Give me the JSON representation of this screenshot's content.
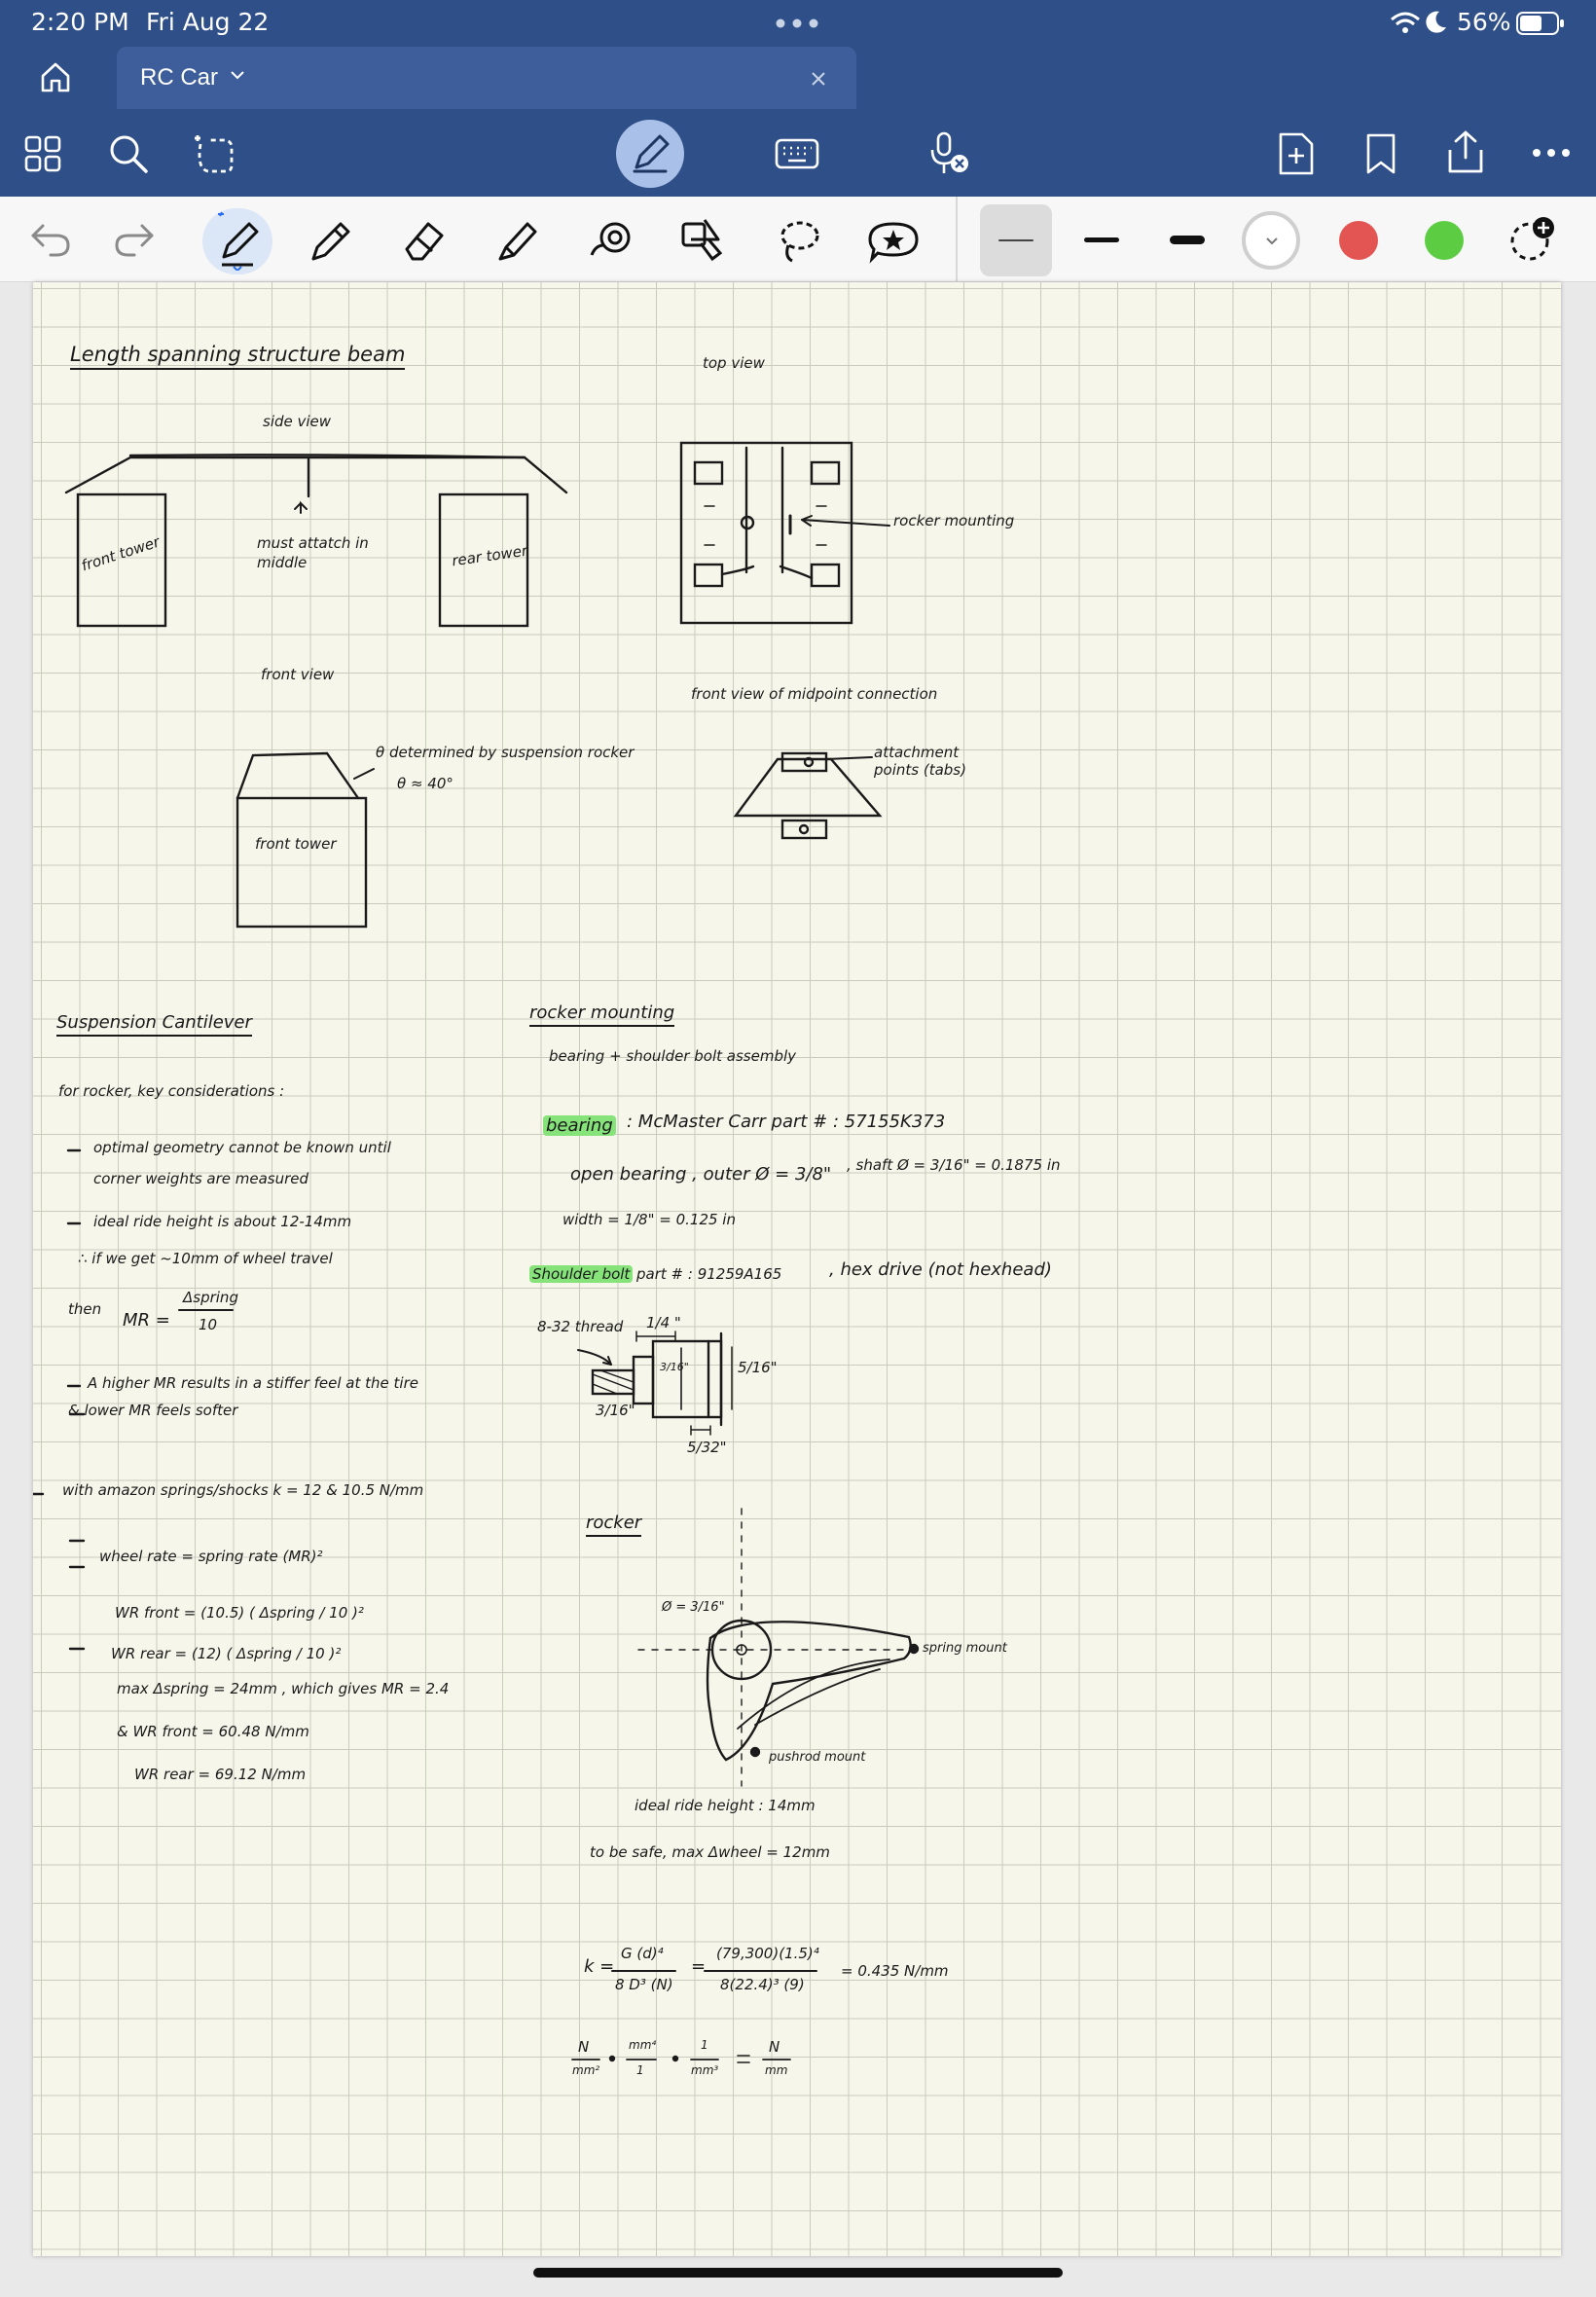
{
  "status_bar": {
    "time": "2:20 PM",
    "date": "Fri Aug 22",
    "battery": "56%"
  },
  "tab": {
    "title": "RC Car"
  },
  "icons": {
    "home": "home-icon",
    "grid": "thumbnails-icon",
    "search": "search-icon",
    "bookmark_shape": "lasso-sticker-icon",
    "pen_mode": "pen-mode-icon",
    "keyboard": "keyboard-icon",
    "mic": "microphone-icon",
    "add_page": "add-page-icon",
    "bookmark": "bookmark-icon",
    "share": "share-icon",
    "more": "more-icon"
  },
  "colors": {
    "chrome": "#2f4f88",
    "red": "#e35552",
    "green": "#5ccd43",
    "highlight": "#86e37a"
  },
  "notes": {
    "beam_title": "Length spanning structure beam",
    "side_view": "side view",
    "must_attach": "must attatch in middle",
    "front_tower": "front tower",
    "rear_tower": "rear tower",
    "front_view": "front view",
    "angle_note": "θ determined by suspension rocker",
    "angle_value": "θ ≈ 40°",
    "front_tower_2": "front tower",
    "top_view": "top view",
    "rocker_mounting_label": "rocker mounting",
    "midpoint_title": "front view of midpoint connection",
    "attachment_points": "attachment points (tabs)",
    "cantilever_title": "Suspension Cantilever",
    "key_considerations": "for rocker, key considerations :",
    "c1a": "optimal geometry cannot be known until",
    "c1b": "corner weights are measured",
    "c2": "ideal ride height is about 12-14mm",
    "c3": "∴ if we get ~10mm of wheel travel",
    "c4_then": "then",
    "c4_formula": "MR =",
    "c4_num": "Δspring",
    "c4_den": "10",
    "c5a": "A higher MR results in a stiffer feel at the tire",
    "c5b": "& lower MR feels softer",
    "c6": "with amazon springs/shocks k = 12 & 10.5 N/mm",
    "c7": "wheel rate = spring rate (MR)²",
    "c8": "WR front = (10.5) ( Δspring / 10 )²",
    "c9": "WR rear = (12) ( Δspring / 10 )²",
    "c10": "max Δspring = 24mm , which gives MR = 2.4",
    "c11": "& WR front = 60.48 N/mm",
    "c12": "WR rear = 69.12 N/mm",
    "rocker_mounting_title": "rocker mounting",
    "assembly": "bearing + shoulder bolt assembly",
    "bearing_label": "bearing",
    "bearing_text": ": McMaster Carr part # : 57155K373",
    "open_bearing": "open bearing , outer Ø = 3/8\"",
    "shaft": ", shaft Ø = 3/16\" = 0.1875 in",
    "width": "width = 1/8\" = 0.125 in",
    "shoulder_label": "Shoulder bolt",
    "shoulder_text": "part # : 91259A165",
    "hex_drive": ", hex drive (not hexhead)",
    "thread": "8-32 thread",
    "dim_quarter": "1/4 \"",
    "dim_316": "3/16\"",
    "dim_516": "5/16\"",
    "dim_316b": "3/16\"",
    "dim_532": "5/32\"",
    "rocker_title": "rocker",
    "rocker_dia": "Ø = 3/16\"",
    "spring_mount": "spring mount",
    "pushrod_mount": "pushrod mount",
    "ideal_ride": "ideal ride height : 14mm",
    "to_be_safe": "to be safe, max Δwheel = 12mm",
    "k_eq": "k =",
    "k_frac1_num": "G (d)⁴",
    "k_frac1_den": "8 D³ (N)",
    "k_frac2_num": "(79,300)(1.5)⁴",
    "k_frac2_den": "8(22.4)³ (9)",
    "k_result": "= 0.435 N/mm",
    "units_left_num": "N",
    "units_left_den": "mm²",
    "units_mid1_num": "mm⁴",
    "units_mid1_den": "1",
    "units_mid2_num": "1",
    "units_mid2_den": "mm³",
    "units_right_num": "N",
    "units_right_den": "mm"
  }
}
